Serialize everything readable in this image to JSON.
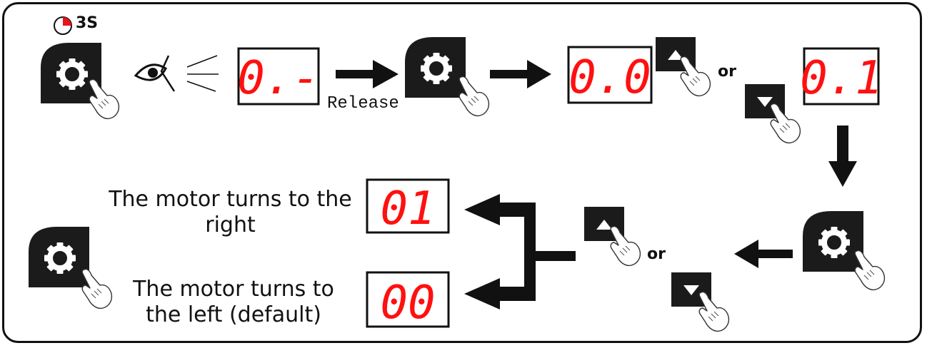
{
  "timer": {
    "label": "3S",
    "icon": "timer-icon",
    "accent": "#e8141b"
  },
  "colors": {
    "segment_red": "#ff1010",
    "panel_dark": "#1b1b1b"
  },
  "displays": {
    "step1": "0.-",
    "step2": "0.0",
    "step3": "0.1",
    "right": "01",
    "left": "00"
  },
  "labels": {
    "release": "Release",
    "or_top": "or",
    "or_bottom": "or",
    "right_line1": "The motor turns to the",
    "right_line2": "right",
    "left_line1": "The motor turns to",
    "left_line2": "the left (default)"
  },
  "icons": [
    "gear-icon",
    "eye-icon",
    "hand-pointer-icon",
    "up-arrow-icon",
    "down-arrow-icon",
    "arrow-right-icon",
    "arrow-down-icon",
    "arrow-left-icon"
  ]
}
